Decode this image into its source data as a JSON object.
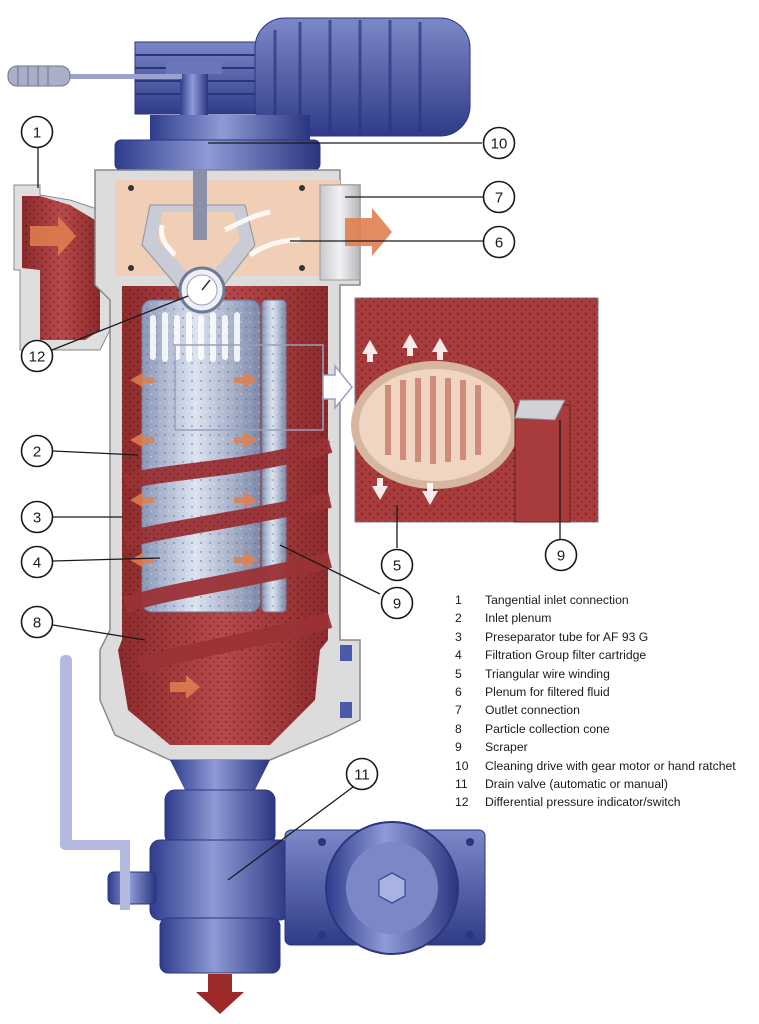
{
  "callouts": [
    {
      "id": "1"
    },
    {
      "id": "10"
    },
    {
      "id": "7"
    },
    {
      "id": "6"
    },
    {
      "id": "12"
    },
    {
      "id": "2"
    },
    {
      "id": "3"
    },
    {
      "id": "4"
    },
    {
      "id": "8"
    },
    {
      "id": "5"
    },
    {
      "id": "9"
    },
    {
      "id": "9"
    },
    {
      "id": "11"
    }
  ],
  "legend": [
    {
      "num": "1",
      "text": "Tangential inlet connection"
    },
    {
      "num": "2",
      "text": "Inlet plenum"
    },
    {
      "num": "3",
      "text": "Preseparator tube for AF 93 G"
    },
    {
      "num": "4",
      "text": "Filtration Group filter cartridge"
    },
    {
      "num": "5",
      "text": "Triangular wire winding"
    },
    {
      "num": "6",
      "text": "Plenum for filtered fluid"
    },
    {
      "num": "7",
      "text": "Outlet connection"
    },
    {
      "num": "8",
      "text": "Particle collection cone"
    },
    {
      "num": "9",
      "text": "Scraper"
    },
    {
      "num": "10",
      "text": "Cleaning drive with gear motor or hand ratchet"
    },
    {
      "num": "11",
      "text": "Drain valve (automatic or manual)"
    },
    {
      "num": "12",
      "text": "Differential pressure indicator/switch"
    }
  ],
  "colors": {
    "housing_blue": "#4a5aa8",
    "housing_blue_light": "#8b96d0",
    "fluid_red": "#a5383a",
    "plenum_peach": "#f0cfb6",
    "cartridge_blue": "#b8c4d8",
    "arrow_orange": "#e08050"
  }
}
